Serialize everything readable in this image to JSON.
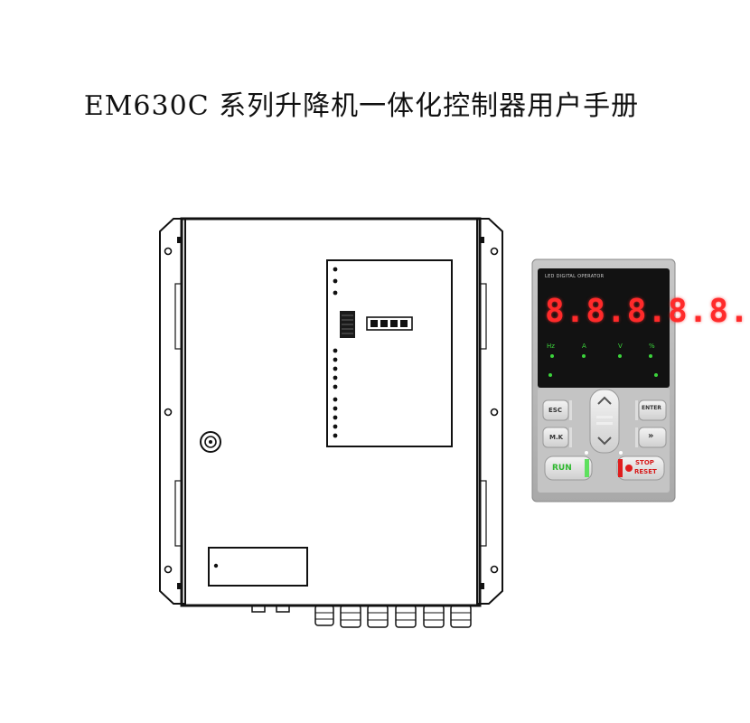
{
  "document": {
    "title": "EM630C 系列升降机一体化控制器用户手册"
  },
  "keypad": {
    "header": "LED DIGITAL OPERATOR",
    "display": "8.8.8.8.8.",
    "units": [
      "Hz",
      "A",
      "V",
      "%"
    ],
    "keys": {
      "esc": "ESC",
      "enter": "ENTER",
      "mk": "M.K",
      "shift": "»",
      "run": "RUN",
      "stop_top": "STOP",
      "stop_bottom": "RESET"
    }
  },
  "colors": {
    "led_red": "#ff2a2a",
    "led_green": "#3bd43b",
    "keypad_body": "#d9d9d9",
    "display_bg": "#121212"
  }
}
